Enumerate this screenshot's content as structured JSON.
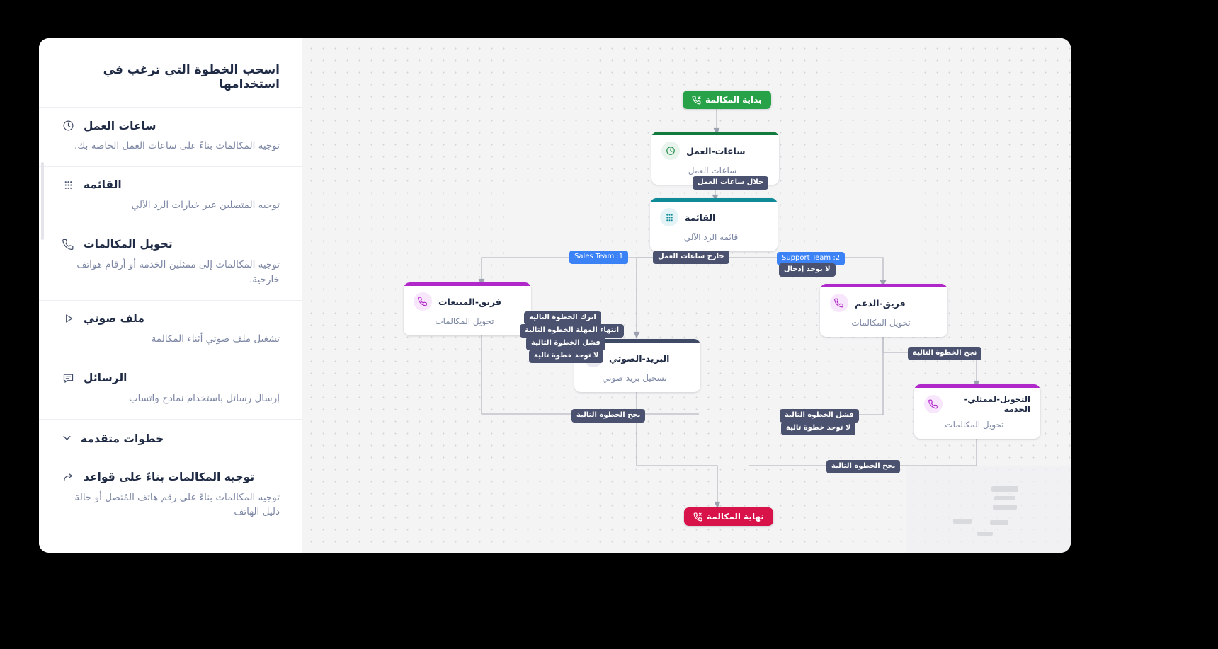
{
  "panel": {
    "title": "اسحب الخطوة التي ترغب في استخدامها",
    "items": [
      {
        "icon": "clock-icon",
        "name": "ساعات العمل",
        "desc": "توجيه المكالمات بناءً على ساعات العمل الخاصة بك."
      },
      {
        "icon": "menu-grid-icon",
        "name": "القائمة",
        "desc": "توجيه المتصلين عبر خيارات الرد الآلي"
      },
      {
        "icon": "phone-forward-icon",
        "name": "تحويل المكالمات",
        "desc": "توجيه المكالمات إلى ممثلين الخدمة أو أرقام هواتف خارجية."
      },
      {
        "icon": "play-icon",
        "name": "ملف صوتي",
        "desc": "تشغيل ملف صوتي أثناء المكالمة"
      },
      {
        "icon": "message-icon",
        "name": "الرسائل",
        "desc": "إرسال رسائل باستخدام نماذج واتساب"
      }
    ],
    "advanced_section": {
      "icon": "chevron-down-icon",
      "name": "خطوات متقدمة"
    },
    "advanced_items": [
      {
        "icon": "share-arrow-icon",
        "name": "توجيه المكالمات بناءً على قواعد",
        "desc": "توجيه المكالمات بناءً على رقم هاتف المُتصل أو حالة دليل الهاتف"
      }
    ]
  },
  "canvas": {
    "start_node": {
      "label": "بداية المكالمة",
      "icon": "phone-incoming-icon",
      "color": "#27a248"
    },
    "end_node": {
      "label": "نهاية المكالمة",
      "icon": "phone-hangup-icon",
      "color": "#d8134a"
    },
    "nodes": [
      {
        "id": "business-hours",
        "title": "ساعات-العمل",
        "subtitle": "ساعات العمل",
        "icon": "clock-icon",
        "accent": "#127a3d"
      },
      {
        "id": "menu",
        "title": "القائمة",
        "subtitle": "قائمة الرد الآلي",
        "icon": "menu-grid-icon",
        "accent": "#0f8a97"
      },
      {
        "id": "sales-team",
        "title": "فريق-المبيعات",
        "subtitle": "تحويل المكالمات",
        "icon": "phone-forward-icon",
        "accent": "#b028c9"
      },
      {
        "id": "support-team",
        "title": "فريق-الدعم",
        "subtitle": "تحويل المكالمات",
        "icon": "phone-forward-icon",
        "accent": "#b028c9"
      },
      {
        "id": "voicemail",
        "title": "البريد-الصوتي",
        "subtitle": "تسجيل بريد صوتي",
        "icon": "voicemail-icon",
        "accent": "#3f4a66"
      },
      {
        "id": "transfer-agent",
        "title": "التحويل-لممثلي-الخدمة",
        "subtitle": "تحويل المكالمات",
        "icon": "phone-forward-icon",
        "accent": "#b028c9"
      }
    ],
    "edge_labels": [
      {
        "id": "during-hours",
        "text": "خلال ساعات العمل",
        "style": "dark"
      },
      {
        "id": "outside-hours",
        "text": "خارج ساعات العمل",
        "style": "dark"
      },
      {
        "id": "sales-team-1",
        "text": "Sales Team :1",
        "style": "blue"
      },
      {
        "id": "support-team-2",
        "text": "Support Team :2",
        "style": "blue"
      },
      {
        "id": "no-input",
        "text": "لا يوجد إدخال",
        "style": "dark"
      },
      {
        "id": "leave-next",
        "text": "اترك الخطوة التالية",
        "style": "dark"
      },
      {
        "id": "timeout-next",
        "text": "انتهاء المهلة الخطوة التالية",
        "style": "dark"
      },
      {
        "id": "fail-next-a",
        "text": "فشل الخطوة التالية",
        "style": "dark"
      },
      {
        "id": "no-next-step-a",
        "text": "لا توجد خطوة تالية",
        "style": "dark"
      },
      {
        "id": "success-next-a",
        "text": "نجح الخطوة التالية",
        "style": "dark"
      },
      {
        "id": "success-next-b",
        "text": "نجح الخطوة التالية",
        "style": "dark"
      },
      {
        "id": "fail-next-b",
        "text": "فشل الخطوة التالية",
        "style": "dark"
      },
      {
        "id": "no-next-step-b",
        "text": "لا توجد خطوة تالية",
        "style": "dark"
      },
      {
        "id": "success-next-c",
        "text": "نجح الخطوة التالية",
        "style": "dark"
      }
    ]
  }
}
